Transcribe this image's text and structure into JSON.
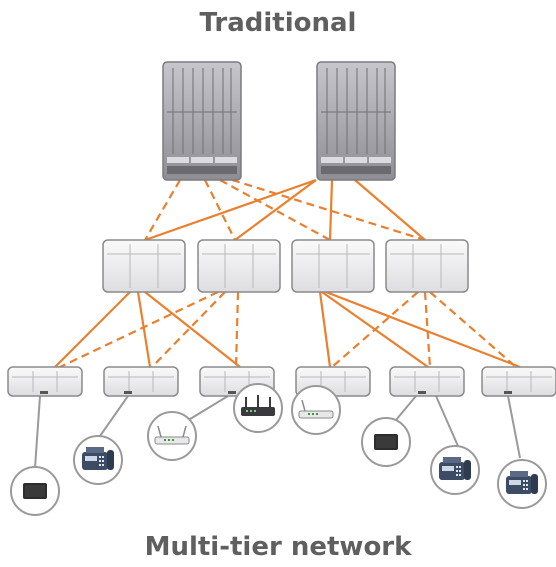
{
  "title": "Traditional",
  "subtitle": "Multi-tier network",
  "colors": {
    "link": "#ea7f2e",
    "device_fill": "#f1f1f3",
    "device_stroke": "#8a8a8a",
    "core_fill": "#9a9aa0",
    "endpoint_stroke": "#9a9a9a",
    "access_link": "#9a9a9a"
  },
  "diagram": {
    "core_switches": [
      "core-switch",
      "core-switch"
    ],
    "distribution_switches": [
      "distribution-switch",
      "distribution-switch",
      "distribution-switch",
      "distribution-switch"
    ],
    "access_switches": [
      "access-switch",
      "access-switch",
      "access-switch",
      "access-switch",
      "access-switch",
      "access-switch"
    ],
    "endpoints": [
      {
        "icon": "tablet-icon"
      },
      {
        "icon": "fax-phone-icon"
      },
      {
        "icon": "wireless-access-point-icon"
      },
      {
        "icon": "router-icon"
      },
      {
        "icon": "wireless-access-point-icon"
      },
      {
        "icon": "tablet-icon"
      },
      {
        "icon": "fax-phone-icon"
      },
      {
        "icon": "fax-phone-icon"
      }
    ]
  }
}
